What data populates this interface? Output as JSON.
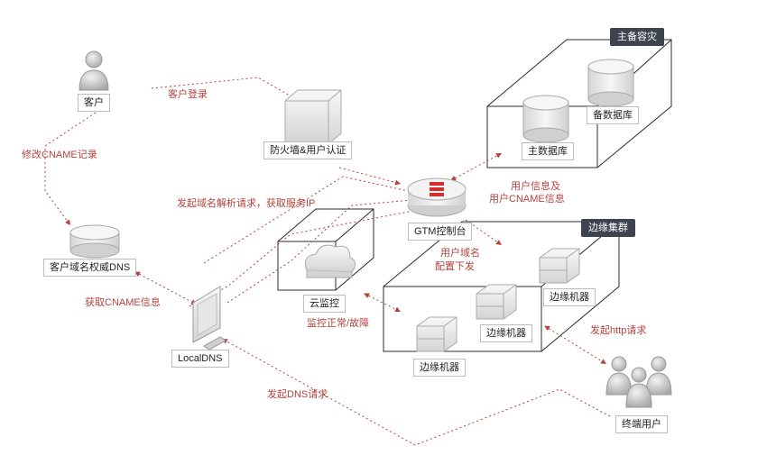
{
  "nodes": {
    "customer": "客户",
    "firewall": "防火墙&用户认证",
    "gtm": "GTM控制台",
    "master_db": "主数据库",
    "backup_db": "备数据库",
    "auth_dns": "客户域名权威DNS",
    "local_dns": "LocalDNS",
    "cloud_monitor": "云监控",
    "edge1": "边缘机器",
    "edge2": "边缘机器",
    "edge3": "边缘机器",
    "end_users": "终端用户"
  },
  "groups": {
    "disaster_recovery": "主备容灾",
    "edge_cluster": "边缘集群"
  },
  "annotations": {
    "customer_login": "客户登录",
    "modify_cname": "修改CNAME记录",
    "resolve_request": "发起域名解析请求，获取服务IP",
    "user_info_1": "用户信息及",
    "user_info_2": "用户CNAME信息",
    "domain_config_1": "用户域名",
    "domain_config_2": "配置下发",
    "get_cname": "获取CNAME信息",
    "monitor_status": "监控正常/故障",
    "http_request": "发起http请求",
    "dns_request": "发起DNS请求"
  },
  "colors": {
    "accent": "#b4423c",
    "gtm_logo": "#d42f2f",
    "group_tag_bg": "#3d4450"
  }
}
